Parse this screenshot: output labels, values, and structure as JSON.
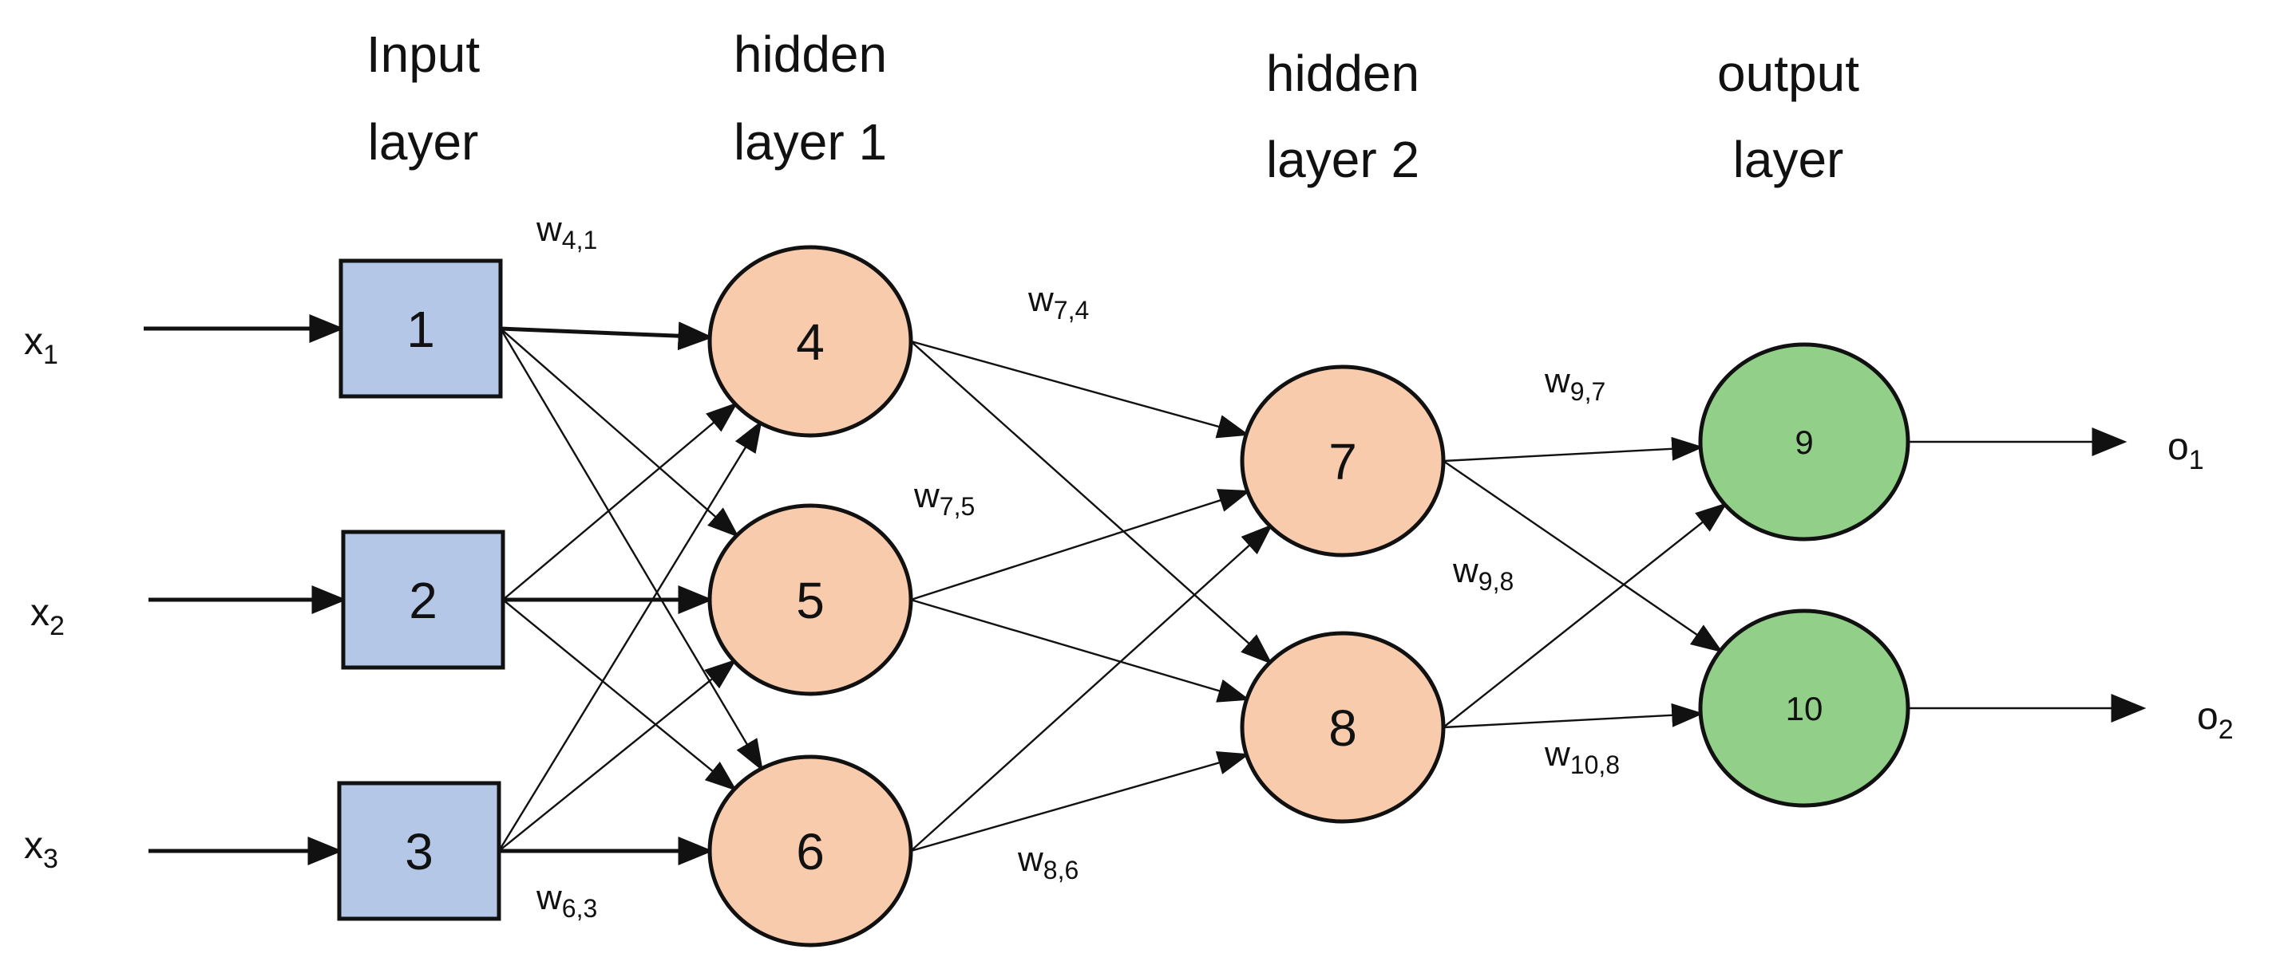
{
  "headers": [
    {
      "id": "input",
      "lines": [
        "Input",
        "layer"
      ]
    },
    {
      "id": "hidden1",
      "lines": [
        "hidden",
        "layer 1"
      ]
    },
    {
      "id": "hidden2",
      "lines": [
        "hidden",
        "layer 2"
      ]
    },
    {
      "id": "output",
      "lines": [
        "output",
        "layer"
      ]
    }
  ],
  "nodes": [
    {
      "id": "1",
      "label": "1",
      "shape": "square",
      "layer": "input",
      "color": "#b4c7e7"
    },
    {
      "id": "2",
      "label": "2",
      "shape": "square",
      "layer": "input",
      "color": "#b4c7e7"
    },
    {
      "id": "3",
      "label": "3",
      "shape": "square",
      "layer": "input",
      "color": "#b4c7e7"
    },
    {
      "id": "4",
      "label": "4",
      "shape": "circle",
      "layer": "hidden1",
      "color": "#f8cbad"
    },
    {
      "id": "5",
      "label": "5",
      "shape": "circle",
      "layer": "hidden1",
      "color": "#f8cbad"
    },
    {
      "id": "6",
      "label": "6",
      "shape": "circle",
      "layer": "hidden1",
      "color": "#f8cbad"
    },
    {
      "id": "7",
      "label": "7",
      "shape": "circle",
      "layer": "hidden2",
      "color": "#f8cbad"
    },
    {
      "id": "8",
      "label": "8",
      "shape": "circle",
      "layer": "hidden2",
      "color": "#f8cbad"
    },
    {
      "id": "9",
      "label": "9",
      "shape": "circle",
      "layer": "output",
      "color": "#92d08a"
    },
    {
      "id": "10",
      "label": "10",
      "shape": "circle",
      "layer": "output",
      "color": "#92d08a"
    }
  ],
  "inputs": [
    {
      "base": "x",
      "sub": "1",
      "to": "1"
    },
    {
      "base": "x",
      "sub": "2",
      "to": "2"
    },
    {
      "base": "x",
      "sub": "3",
      "to": "3"
    }
  ],
  "outputs": [
    {
      "base": "o",
      "sub": "1",
      "from": "9"
    },
    {
      "base": "o",
      "sub": "2",
      "from": "10"
    }
  ],
  "edges": [
    {
      "from": "1",
      "to": "4"
    },
    {
      "from": "1",
      "to": "5"
    },
    {
      "from": "1",
      "to": "6"
    },
    {
      "from": "2",
      "to": "4"
    },
    {
      "from": "2",
      "to": "5"
    },
    {
      "from": "2",
      "to": "6"
    },
    {
      "from": "3",
      "to": "4"
    },
    {
      "from": "3",
      "to": "5"
    },
    {
      "from": "3",
      "to": "6"
    },
    {
      "from": "4",
      "to": "7"
    },
    {
      "from": "4",
      "to": "8"
    },
    {
      "from": "5",
      "to": "7"
    },
    {
      "from": "5",
      "to": "8"
    },
    {
      "from": "6",
      "to": "7"
    },
    {
      "from": "6",
      "to": "8"
    },
    {
      "from": "7",
      "to": "9"
    },
    {
      "from": "7",
      "to": "10"
    },
    {
      "from": "8",
      "to": "9"
    },
    {
      "from": "8",
      "to": "10"
    }
  ],
  "weights": [
    {
      "id": "w41",
      "base": "w",
      "sub": "4,1"
    },
    {
      "id": "w74",
      "base": "w",
      "sub": "7,4"
    },
    {
      "id": "w75",
      "base": "w",
      "sub": "7,5"
    },
    {
      "id": "w97",
      "base": "w",
      "sub": "9,7"
    },
    {
      "id": "w98",
      "base": "w",
      "sub": "9,8"
    },
    {
      "id": "w108",
      "base": "w",
      "sub": "10,8"
    },
    {
      "id": "w63",
      "base": "w",
      "sub": "6,3"
    },
    {
      "id": "w86",
      "base": "w",
      "sub": "8,6"
    }
  ],
  "colors": {
    "input_fill": "#b4c7e7",
    "hidden_fill": "#f8cbad",
    "output_fill": "#92d08a",
    "stroke": "#111111"
  }
}
